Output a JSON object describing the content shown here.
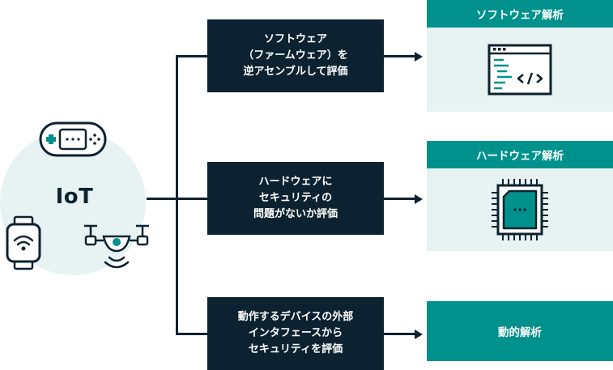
{
  "hub": {
    "label": "IoT"
  },
  "stages": [
    {
      "lines": [
        "ソフトウェア",
        "（ファームウェア）を",
        "逆アセンブルして評価"
      ]
    },
    {
      "lines": [
        "ハードウェアに",
        "セキュリティの",
        "問題がないか評価"
      ]
    },
    {
      "lines": [
        "動作するデバイスの外部",
        "インタフェースから",
        "セキュリティを評価"
      ]
    }
  ],
  "results": [
    {
      "title": "ソフトウェア解析",
      "icon": "code-window-icon"
    },
    {
      "title": "ハードウェア解析",
      "icon": "chip-icon"
    },
    {
      "title": "動的解析"
    }
  ],
  "devices": [
    "game-controller-icon",
    "smartwatch-icon",
    "drone-icon"
  ],
  "colors": {
    "navy": "#0d2230",
    "teal": "#00918c",
    "mint": "#e6f3f2"
  }
}
